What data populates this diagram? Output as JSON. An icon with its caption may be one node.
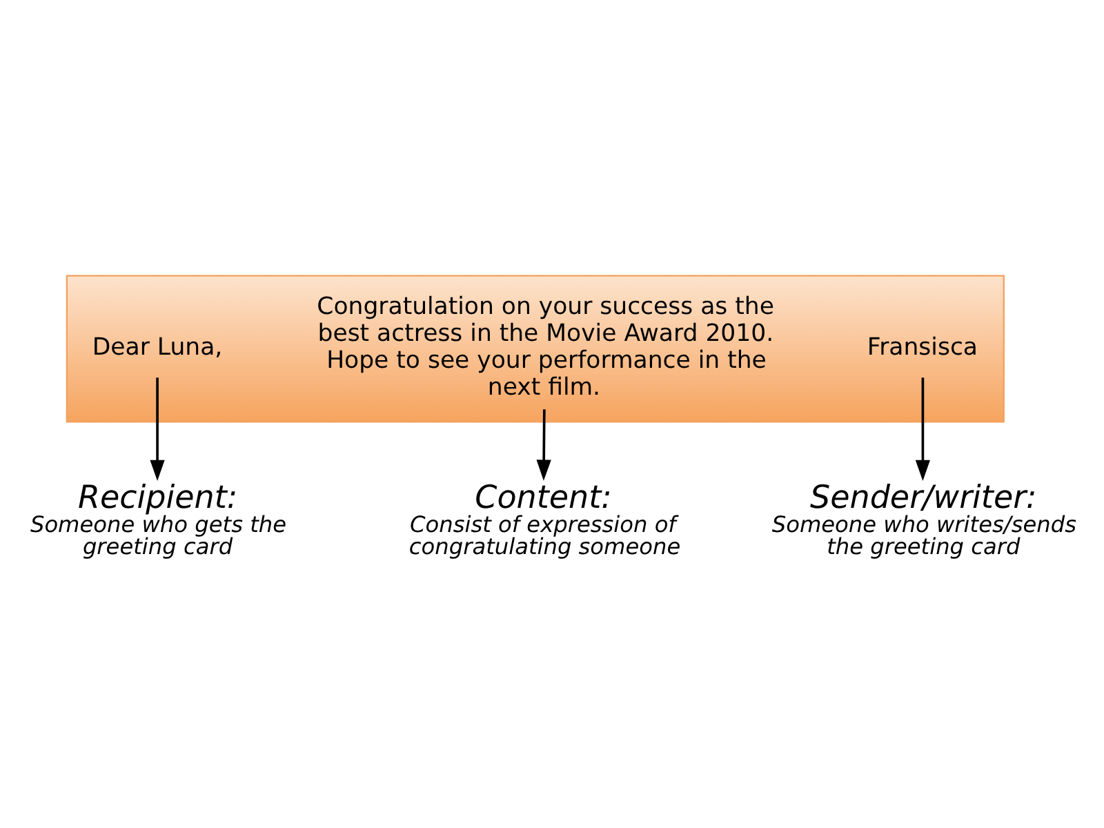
{
  "diagram": {
    "nodes": [
      {
        "text": [],
        "shape": "document"
      },
      {
        "text": [
          "Dear Luna,"
        ],
        "in": 0
      },
      {
        "text": [
          "Congratulation on your success as the best actress in the Movie Award 2010. Hope to see your performance in the next film."
        ],
        "in": 0
      },
      {
        "text": [
          "Fransisca"
        ],
        "in": 0
      },
      {
        "text": [
          "Recipient:",
          "Someone who gets the greeting card"
        ]
      },
      {
        "text": [
          "Content:",
          "Consist of expression of congratulating someone"
        ]
      },
      {
        "text": [
          "Sender/writer:",
          "Someone who writes/sends the greeting card"
        ]
      }
    ],
    "edges": [
      {
        "from": 1,
        "to": 4,
        "arrow": "to"
      },
      {
        "from": 2,
        "to": 5,
        "arrow": "to"
      },
      {
        "from": 3,
        "to": 6,
        "arrow": "to"
      }
    ]
  }
}
